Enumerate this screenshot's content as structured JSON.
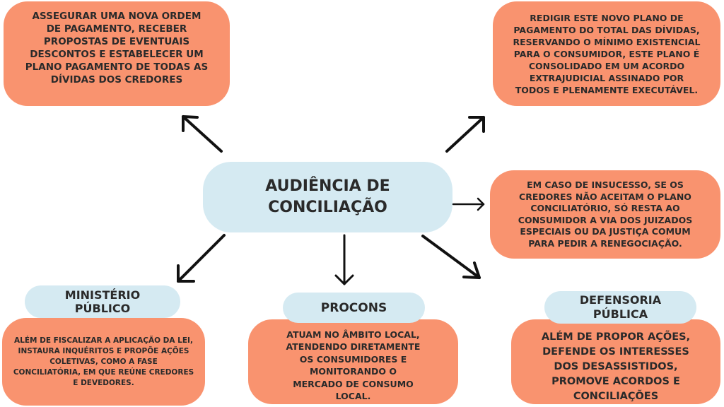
{
  "colors": {
    "card": "#F9936F",
    "pill": "#D5EAF2",
    "text": "#2a2a2a",
    "arrow": "#111111"
  },
  "center": {
    "title": "AUDIÊNCIA DE\nCONCILIAÇÃO"
  },
  "top_left": {
    "text": "ASSEGURAR UMA NOVA ORDEM\nDE PAGAMENTO, RECEBER\nPROPOSTAS DE EVENTUAIS\nDESCONTOS E ESTABELECER UM\nPLANO PAGAMENTO DE TODAS AS\nDÍVIDAS DOS CREDORES"
  },
  "top_right": {
    "text": "REDIGIR ESTE NOVO PLANO DE\nPAGAMENTO DO TOTAL DAS DÍVIDAS,\nRESERVANDO O MÍNIMO EXISTENCIAL\nPARA O CONSUMIDOR, ESTE PLANO É\nCONSOLIDADO EM UM ACORDO\nEXTRAJUDICIAL ASSINADO POR\nTODOS E PLENAMENTE EXECUTÁVEL."
  },
  "right": {
    "text": "EM CASO DE INSUCESSO, SE OS\nCREDORES NÃO ACEITAM O PLANO\nCONCILIATÓRIO, SÓ RESTA AO\nCONSUMIDOR A VIA DOS JUIZADOS\nESPECIAIS OU DA JUSTIÇA COMUM\nPARA PEDIR A RENEGOCIAÇÃO."
  },
  "ministerio": {
    "title": "MINISTÉRIO\nPÚBLICO",
    "text": "ALÉM DE FISCALIZAR A APLICAÇÃO DA LEI,\nINSTAURA INQUÉRITOS E PROPÕE AÇÕES\nCOLETIVAS, COMO A FASE\nCONCILIATÓRIA, EM QUE REÚNE CREDORES\nE DEVEDORES."
  },
  "procons": {
    "title": "PROCONS",
    "text": "ATUAM NO ÂMBITO LOCAL,\nATENDENDO DIRETAMENTE\nOS CONSUMIDORES E\nMONITORANDO O\nMERCADO DE CONSUMO\nLOCAL."
  },
  "defensoria": {
    "title": "DEFENSORIA\nPÚBLICA",
    "text": "ALÉM DE PROPOR AÇÕES,\nDEFENDE OS INTERESSES\nDOS DESASSISTIDOS,\nPROMOVE ACORDOS E\nCONCILIAÇÕES"
  }
}
